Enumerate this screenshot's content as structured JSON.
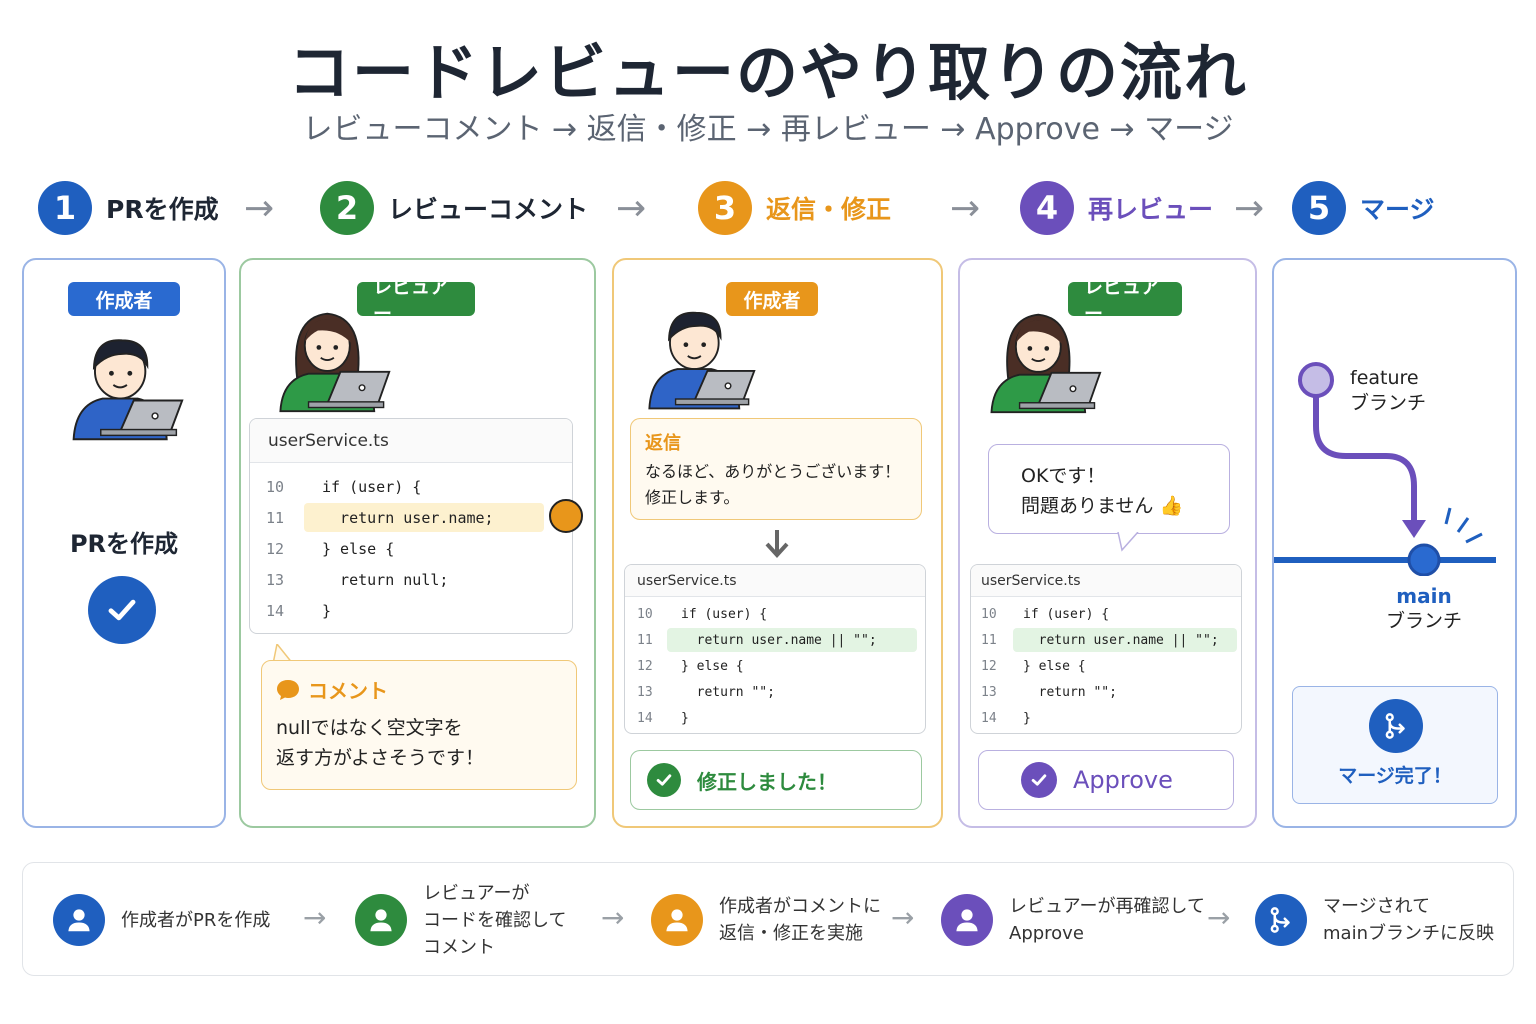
{
  "title": "コードレビューのやり取りの流れ",
  "subtitle": "レビューコメント → 返信・修正 → 再レビュー → Approve → マージ",
  "steps": [
    {
      "num": "1",
      "label": "PRを作成",
      "color": "#1f5fbf",
      "text_color": "#1e2633"
    },
    {
      "num": "2",
      "label": "レビューコメント",
      "color": "#2e8b3e",
      "text_color": "#1e2633"
    },
    {
      "num": "3",
      "label": "返信・修正",
      "color": "#e8961b",
      "text_color": "#e8961b"
    },
    {
      "num": "4",
      "label": "再レビュー",
      "color": "#6b4fbb",
      "text_color": "#6b4fbb"
    },
    {
      "num": "5",
      "label": "マージ",
      "color": "#1f5fbf",
      "text_color": "#1f5fbf"
    }
  ],
  "step_arrow": "→",
  "panel1": {
    "role": "作成者",
    "label": "PRを作成"
  },
  "panel2": {
    "role": "レビュアー",
    "file": "userService.ts",
    "lines": [
      {
        "n": "10",
        "code": "if (user) {"
      },
      {
        "n": "11",
        "code": "  return user.name;"
      },
      {
        "n": "12",
        "code": "} else {"
      },
      {
        "n": "13",
        "code": "  return null;"
      },
      {
        "n": "14",
        "code": "}"
      }
    ],
    "comment_title": "コメント",
    "comment_line1": "nullではなく空文字を",
    "comment_line2": "返す方がよさそうです！"
  },
  "panel3": {
    "role": "作成者",
    "reply_title": "返信",
    "reply_line1": "なるほど、ありがとうございます！",
    "reply_line2": "修正します。",
    "file": "userService.ts",
    "lines": [
      {
        "n": "10",
        "code": "if (user) {"
      },
      {
        "n": "11",
        "code": "  return user.name || \"\";"
      },
      {
        "n": "12",
        "code": "} else {"
      },
      {
        "n": "13",
        "code": "  return \"\";"
      },
      {
        "n": "14",
        "code": "}"
      }
    ],
    "done_label": "修正しました！"
  },
  "panel4": {
    "role": "レビュアー",
    "speech_line1": "OKです！",
    "speech_line2": "問題ありません",
    "thumb": "👍",
    "file": "userService.ts",
    "lines": [
      {
        "n": "10",
        "code": "if (user) {"
      },
      {
        "n": "11",
        "code": "  return user.name || \"\";"
      },
      {
        "n": "12",
        "code": "} else {"
      },
      {
        "n": "13",
        "code": "  return \"\";"
      },
      {
        "n": "14",
        "code": "}"
      }
    ],
    "approve_label": "Approve"
  },
  "panel5": {
    "feature_line1": "feature",
    "feature_line2": "ブランチ",
    "main_line1": "main",
    "main_line2": "ブランチ",
    "merged_label": "マージ完了！"
  },
  "bottom": [
    {
      "text": "作成者がPRを作成",
      "color": "#1f5fbf"
    },
    {
      "text": "レビュアーが\nコードを確認して\nコメント",
      "color": "#2e8b3e"
    },
    {
      "text": "作成者がコメントに\n返信・修正を実施",
      "color": "#e8961b"
    },
    {
      "text": "レビュアーが再確認して\nApprove",
      "color": "#6b4fbb"
    },
    {
      "text": "マージされて\nmainブランチに反映",
      "color": "#1f5fbf"
    }
  ]
}
